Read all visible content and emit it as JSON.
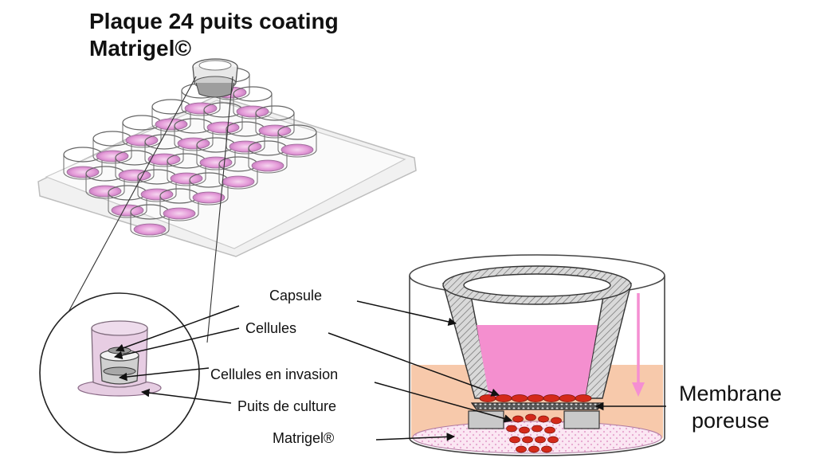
{
  "title": {
    "line1": "Plaque 24 puits coating",
    "line2": "Matrigel©"
  },
  "labels": {
    "capsule": "Capsule",
    "cellules": "Cellules",
    "cellules_invasion": "Cellules en invasion",
    "puits_culture": "Puits de culture",
    "matrigel": "Matrigel®",
    "membrane_line1": "Membrane",
    "membrane_line2": "poreuse"
  },
  "colors": {
    "medium_pink": "#f48fcf",
    "well_pink": "#e9a6e0",
    "peach": "#f7c9ab",
    "cells_red": "#d42a1a",
    "arrow_pink": "#f58fd2",
    "outline": "#444444"
  }
}
